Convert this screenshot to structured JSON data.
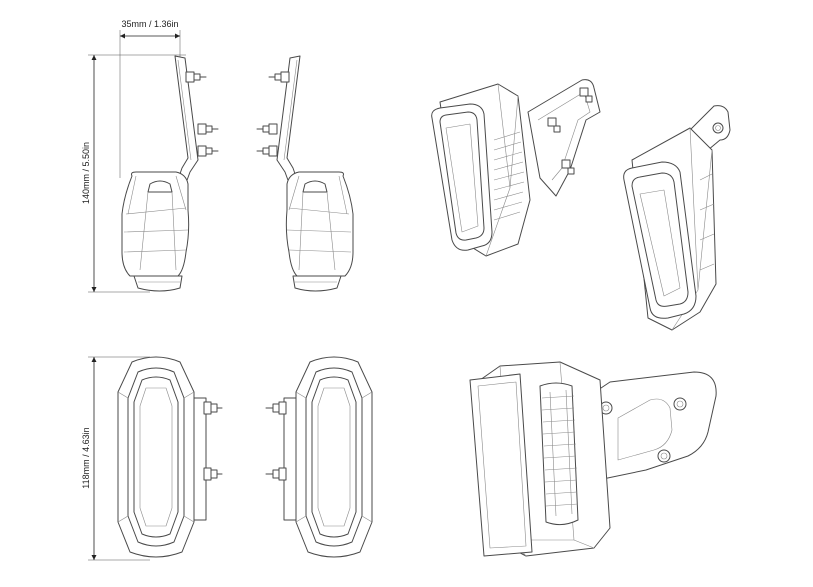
{
  "dimensions": {
    "width_label": "35mm / 1.36in",
    "height_side_label": "140mm / 5.50in",
    "height_front_label": "118mm / 4.63in"
  },
  "colors": {
    "line": "#4a4a4a",
    "thin": "#8a8a8a",
    "background": "#ffffff"
  }
}
